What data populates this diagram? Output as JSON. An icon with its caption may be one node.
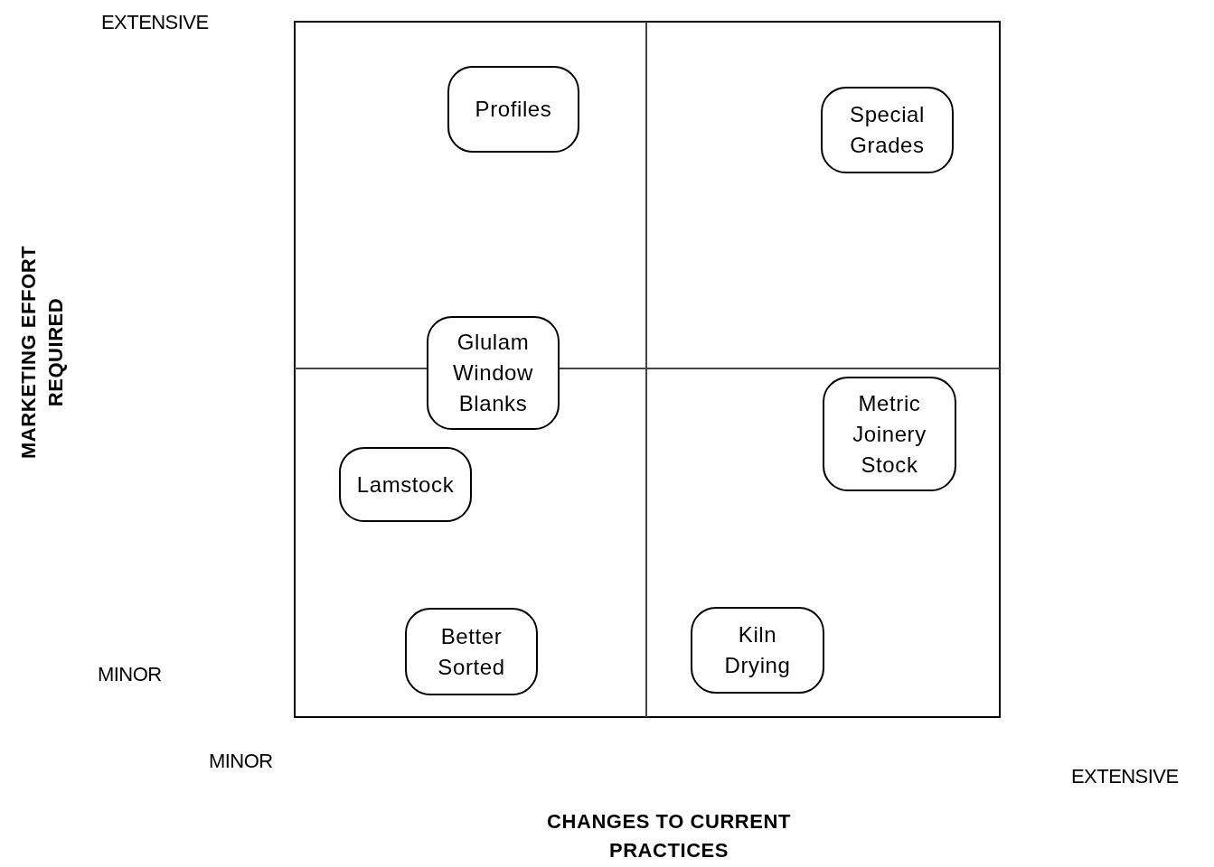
{
  "diagram": {
    "nodes": [
      {
        "text": [
          "Profiles"
        ]
      },
      {
        "text": [
          "Special Grades"
        ]
      },
      {
        "text": [
          "Glulam Window Blanks"
        ]
      },
      {
        "text": [
          "Metric Joinery Stock"
        ]
      },
      {
        "text": [
          "Lamstock"
        ]
      },
      {
        "text": [
          "Better Sorted"
        ]
      },
      {
        "text": [
          "Kiln Drying"
        ]
      }
    ],
    "labels": [
      "EXTENSIVE",
      "MARKETING EFFORT REQUIRED",
      "MINOR",
      "MINOR",
      "EXTENSIVE",
      "CHANGES TO CURRENT PRACTICES"
    ]
  }
}
